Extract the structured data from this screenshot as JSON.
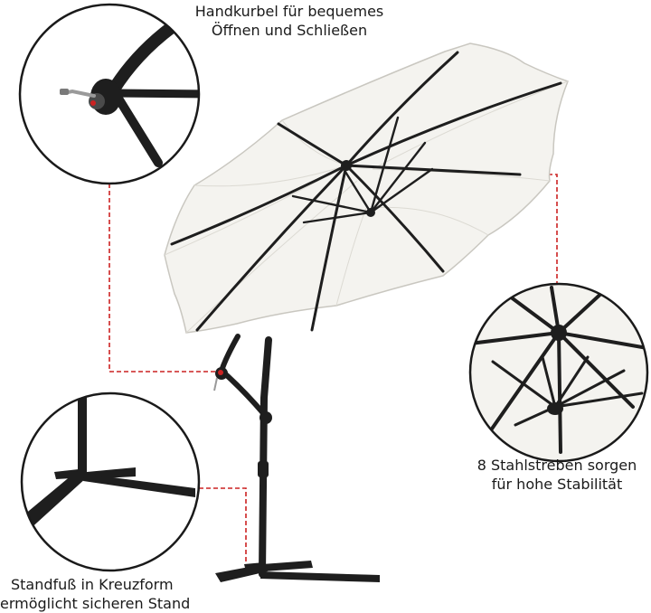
{
  "labels": {
    "crank": {
      "line1": "Handkurbel für bequemes",
      "line2": "Öffnen und Schließen"
    },
    "ribs": {
      "line1": "8 Stahlstreben sorgen",
      "line2": "für hohe Stabilität"
    },
    "base": {
      "line1": "Standfuß in Kreuzform",
      "line2": "ermöglicht sicheren Stand"
    }
  },
  "colors": {
    "canopy": "#f4f3ef",
    "canopy_edge": "#c9c7c0",
    "frame": "#1e1e1e",
    "callout_line": "#cc2222",
    "circle_border": "#1a1a1a"
  },
  "callout_style": "dashed-red",
  "icons": [
    "crank-handle",
    "umbrella-hub",
    "cross-base"
  ]
}
